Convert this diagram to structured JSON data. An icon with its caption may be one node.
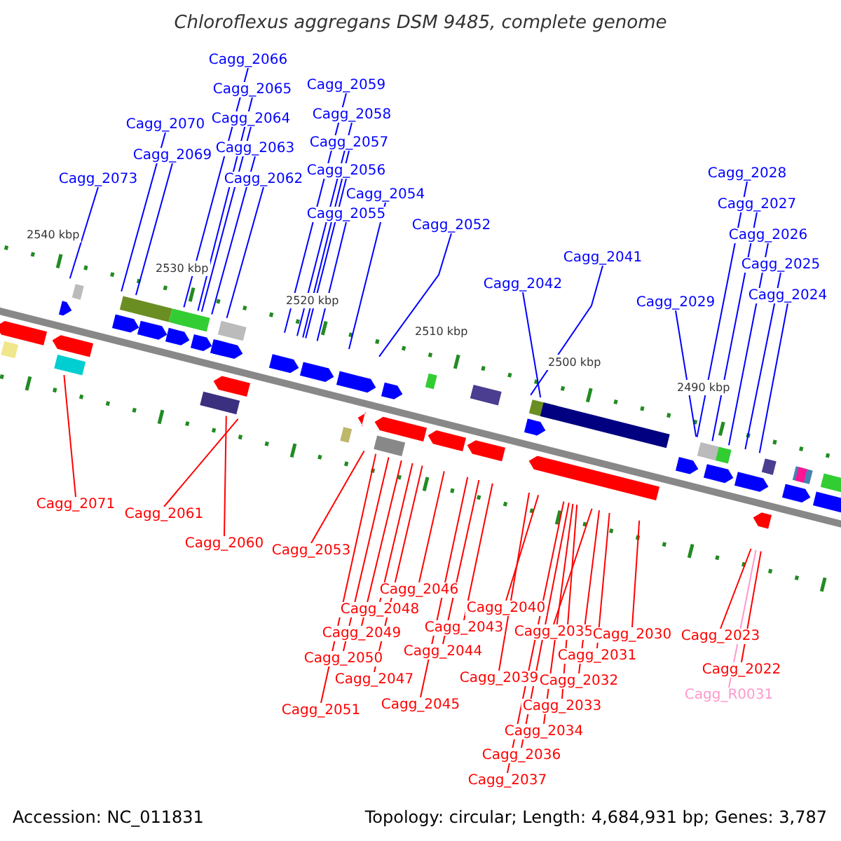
{
  "diagram": {
    "title": "Chloroflexus aggregans DSM 9485, complete genome",
    "nodes": [
      {
        "text": [
          "Cagg_2073"
        ]
      },
      {
        "text": [
          "Cagg_2070"
        ]
      },
      {
        "text": [
          "Cagg_2069"
        ]
      },
      {
        "text": [
          "Cagg_2066"
        ]
      },
      {
        "text": [
          "Cagg_2065"
        ]
      },
      {
        "text": [
          "Cagg_2064"
        ]
      },
      {
        "text": [
          "Cagg_2063"
        ]
      },
      {
        "text": [
          "Cagg_2062"
        ]
      },
      {
        "text": [
          "Cagg_2059"
        ]
      },
      {
        "text": [
          "Cagg_2058"
        ]
      },
      {
        "text": [
          "Cagg_2057"
        ]
      },
      {
        "text": [
          "Cagg_2056"
        ]
      },
      {
        "text": [
          "Cagg_2055"
        ]
      },
      {
        "text": [
          "Cagg_2054"
        ]
      },
      {
        "text": [
          "Cagg_2052"
        ]
      },
      {
        "text": [
          "Cagg_2042"
        ]
      },
      {
        "text": [
          "Cagg_2041"
        ]
      },
      {
        "text": [
          "Cagg_2029"
        ]
      },
      {
        "text": [
          "Cagg_2028"
        ]
      },
      {
        "text": [
          "Cagg_2027"
        ]
      },
      {
        "text": [
          "Cagg_2026"
        ]
      },
      {
        "text": [
          "Cagg_2025"
        ]
      },
      {
        "text": [
          "Cagg_2024"
        ]
      },
      {
        "text": [
          "Cagg_2071"
        ]
      },
      {
        "text": [
          "Cagg_2061"
        ]
      },
      {
        "text": [
          "Cagg_2060"
        ]
      },
      {
        "text": [
          "Cagg_2053"
        ]
      },
      {
        "text": [
          "Cagg_2046"
        ]
      },
      {
        "text": [
          "Cagg_2048"
        ]
      },
      {
        "text": [
          "Cagg_2049"
        ]
      },
      {
        "text": [
          "Cagg_2050"
        ]
      },
      {
        "text": [
          "Cagg_2047"
        ]
      },
      {
        "text": [
          "Cagg_2051"
        ]
      },
      {
        "text": [
          "Cagg_2045"
        ]
      },
      {
        "text": [
          "Cagg_2044"
        ]
      },
      {
        "text": [
          "Cagg_2043"
        ]
      },
      {
        "text": [
          "Cagg_2040"
        ]
      },
      {
        "text": [
          "Cagg_2039"
        ]
      },
      {
        "text": [
          "Cagg_2035"
        ]
      },
      {
        "text": [
          "Cagg_2030"
        ]
      },
      {
        "text": [
          "Cagg_2031"
        ]
      },
      {
        "text": [
          "Cagg_2032"
        ]
      },
      {
        "text": [
          "Cagg_2033"
        ]
      },
      {
        "text": [
          "Cagg_2034"
        ]
      },
      {
        "text": [
          "Cagg_2036"
        ]
      },
      {
        "text": [
          "Cagg_2037"
        ]
      },
      {
        "text": [
          "Cagg_2023"
        ]
      },
      {
        "text": [
          "Cagg_2022"
        ]
      },
      {
        "text": [
          "Cagg_R0031"
        ]
      }
    ],
    "edges": [
      {
        "from": 0,
        "to": null,
        "arrow": "none",
        "color": "#0000ff"
      },
      {
        "from": 1,
        "to": null,
        "arrow": "none",
        "color": "#0000ff"
      },
      {
        "from": 2,
        "to": null,
        "arrow": "none",
        "color": "#0000ff"
      },
      {
        "from": 3,
        "to": null,
        "arrow": "none",
        "color": "#0000ff"
      },
      {
        "from": 4,
        "to": null,
        "arrow": "none",
        "color": "#0000ff"
      },
      {
        "from": 5,
        "to": null,
        "arrow": "none",
        "color": "#0000ff"
      },
      {
        "from": 6,
        "to": null,
        "arrow": "none",
        "color": "#0000ff"
      },
      {
        "from": 7,
        "to": null,
        "arrow": "none",
        "color": "#0000ff"
      },
      {
        "from": 8,
        "to": null,
        "arrow": "none",
        "color": "#0000ff"
      },
      {
        "from": 9,
        "to": null,
        "arrow": "none",
        "color": "#0000ff"
      },
      {
        "from": 10,
        "to": null,
        "arrow": "none",
        "color": "#0000ff"
      },
      {
        "from": 11,
        "to": null,
        "arrow": "none",
        "color": "#0000ff"
      },
      {
        "from": 12,
        "to": null,
        "arrow": "none",
        "color": "#0000ff"
      },
      {
        "from": 13,
        "to": null,
        "arrow": "none",
        "color": "#0000ff"
      },
      {
        "from": 14,
        "to": null,
        "arrow": "none",
        "color": "#0000ff"
      },
      {
        "from": 15,
        "to": null,
        "arrow": "none",
        "color": "#0000ff"
      },
      {
        "from": 16,
        "to": null,
        "arrow": "none",
        "color": "#0000ff"
      },
      {
        "from": 17,
        "to": null,
        "arrow": "none",
        "color": "#0000ff"
      },
      {
        "from": 18,
        "to": null,
        "arrow": "none",
        "color": "#0000ff"
      },
      {
        "from": 19,
        "to": null,
        "arrow": "none",
        "color": "#0000ff"
      },
      {
        "from": 20,
        "to": null,
        "arrow": "none",
        "color": "#0000ff"
      },
      {
        "from": 21,
        "to": null,
        "arrow": "none",
        "color": "#0000ff"
      },
      {
        "from": 22,
        "to": null,
        "arrow": "none",
        "color": "#0000ff"
      },
      {
        "from": 23,
        "to": null,
        "arrow": "none"
      },
      {
        "from": 24,
        "to": null,
        "arrow": "none"
      },
      {
        "from": 25,
        "to": null,
        "arrow": "none"
      },
      {
        "from": 26,
        "to": null,
        "arrow": "none"
      },
      {
        "from": 27,
        "to": null,
        "arrow": "none"
      },
      {
        "from": 28,
        "to": null,
        "arrow": "none"
      },
      {
        "from": 29,
        "to": null,
        "arrow": "none"
      },
      {
        "from": 30,
        "to": null,
        "arrow": "none"
      },
      {
        "from": 31,
        "to": null,
        "arrow": "none"
      },
      {
        "from": 32,
        "to": null,
        "arrow": "none"
      },
      {
        "from": 33,
        "to": null,
        "arrow": "none"
      },
      {
        "from": 34,
        "to": null,
        "arrow": "none"
      },
      {
        "from": 35,
        "to": null,
        "arrow": "none"
      },
      {
        "from": 36,
        "to": null,
        "arrow": "none"
      },
      {
        "from": 37,
        "to": null,
        "arrow": "none"
      },
      {
        "from": 38,
        "to": null,
        "arrow": "none"
      },
      {
        "from": 39,
        "to": null,
        "arrow": "none"
      },
      {
        "from": 40,
        "to": null,
        "arrow": "none"
      },
      {
        "from": 41,
        "to": null,
        "arrow": "none"
      },
      {
        "from": 42,
        "to": null,
        "arrow": "none"
      },
      {
        "from": 43,
        "to": null,
        "arrow": "none"
      },
      {
        "from": 44,
        "to": null,
        "arrow": "none"
      },
      {
        "from": 45,
        "to": null,
        "arrow": "none"
      },
      {
        "from": 46,
        "to": null,
        "arrow": "none"
      },
      {
        "from": 47,
        "to": null,
        "arrow": "none"
      },
      {
        "from": 48,
        "to": null,
        "arrow": "none",
        "color": "#ff99cc"
      }
    ],
    "labels": [
      "2540 kbp",
      "2530 kbp",
      "2520 kbp",
      "2510 kbp",
      "2500 kbp",
      "2490 kbp",
      "Accession: NC_011831",
      "Topology: circular; Length: 4,684,931 bp; Genes: 3,787"
    ]
  }
}
